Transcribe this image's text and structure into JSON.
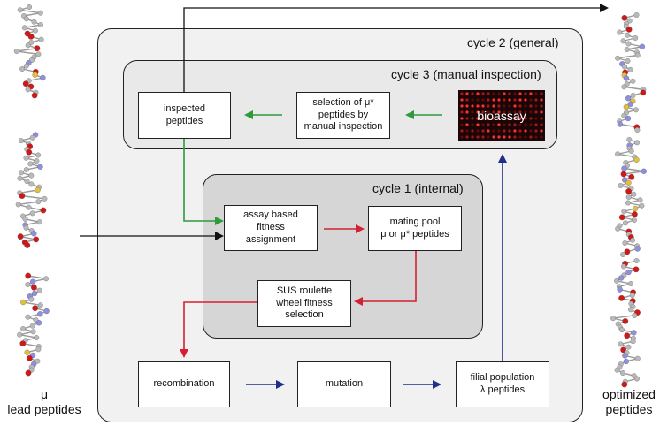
{
  "colors": {
    "green_arrow": "#2e9a3a",
    "red_arrow": "#d42030",
    "blue_arrow": "#1f2f8a",
    "black_arrow": "#111111",
    "cycle2_fill": "#f1f1f1",
    "cycle3_fill": "#e9e9e9",
    "cycle1_fill": "#d6d6d6"
  },
  "cycles": {
    "cycle2": "cycle 2 (general)",
    "cycle3": "cycle 3 (manual inspection)",
    "cycle1": "cycle 1 (internal)"
  },
  "nodes": {
    "inspected": "inspected\npeptides",
    "selection": "selection of μ*\npeptides by\nmanual inspection",
    "bioassay": "bioassay",
    "fitness": "assay based\nfitness\nassignment",
    "mating": "mating pool\nμ or μ* peptides",
    "sus": "SUS roulette\nwheel fitness\nselection",
    "recombination": "recombination",
    "mutation": "mutation",
    "filial": "filial population\nλ peptides"
  },
  "labels": {
    "left": "μ\nlead peptides",
    "right": "optimized\npeptides"
  },
  "icons": {
    "molecule": "peptide-molecule-icon",
    "microarray": "microarray-image"
  }
}
